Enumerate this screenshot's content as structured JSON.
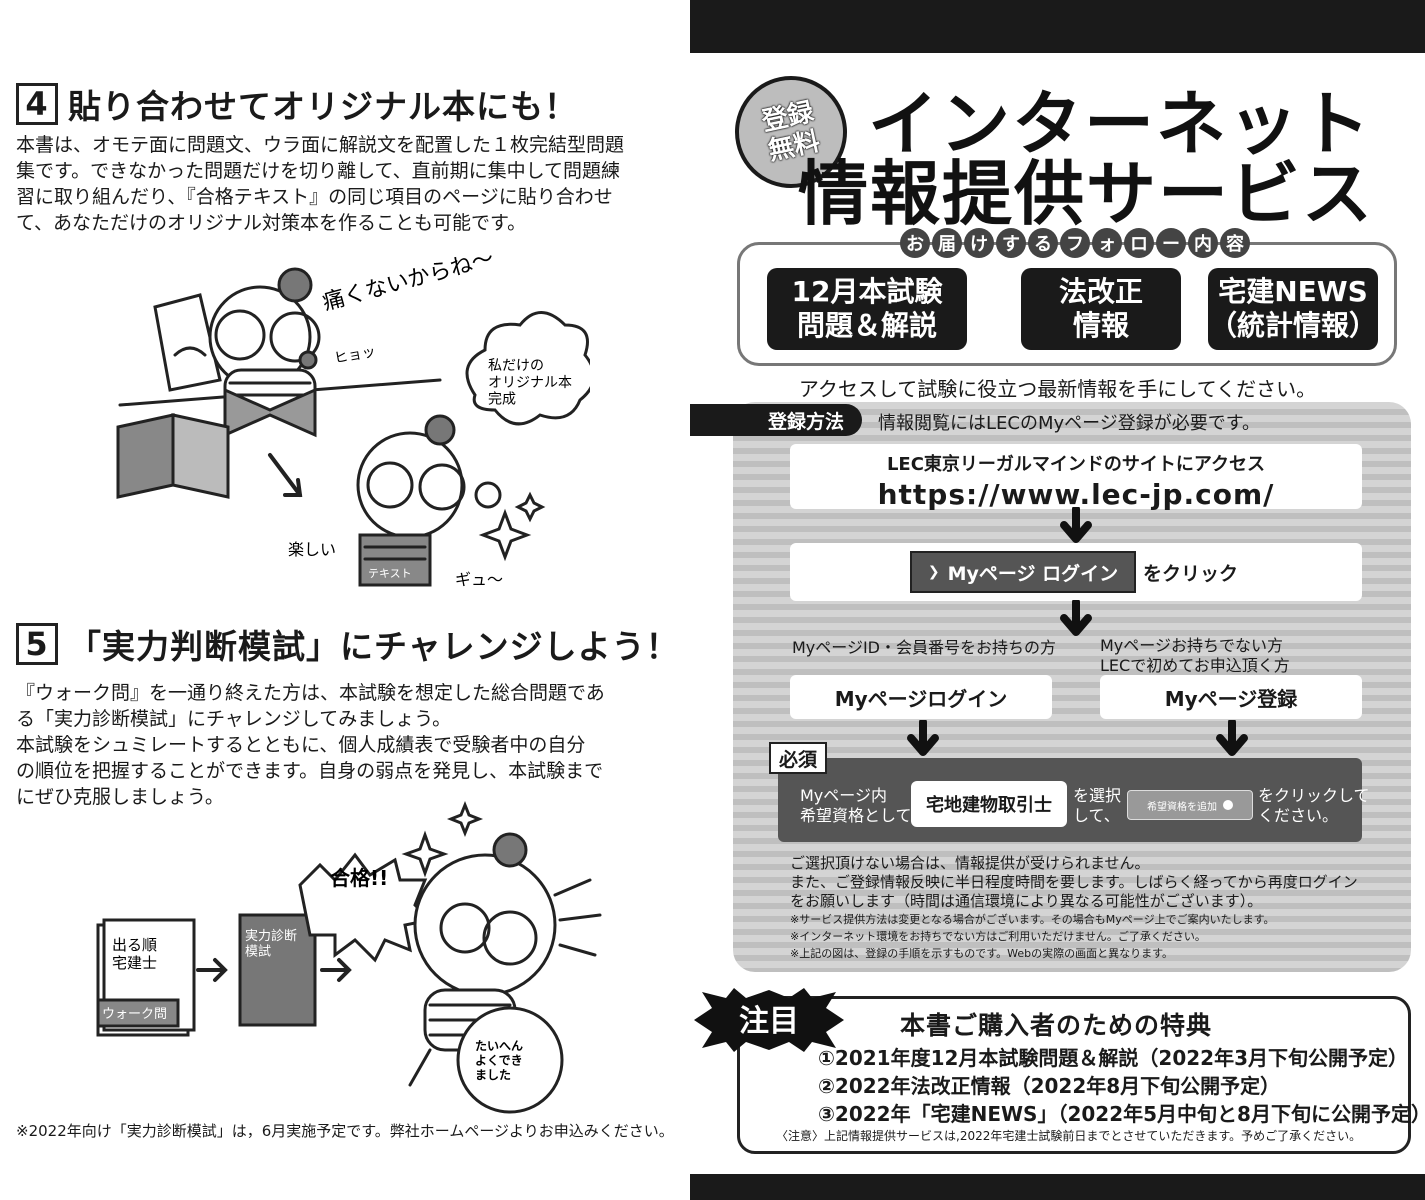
{
  "left": {
    "sec4": {
      "num": "4",
      "title": "貼り合わせてオリジナル本にも！",
      "body": "本書は、オモテ面に問題文、ウラ面に解説文を配置した１枚完結型問題\n集です。できなかった問題だけを切り離して、直前期に集中して問題練\n習に取り組んだり、『合格テキスト』の同じ項目のページに貼り合わせ\nて、あなただけのオリジナル対策本を作ることも可能です。",
      "bubble_top": "痛くないからね〜",
      "bubble_sfx": "ヒョッ",
      "bubble_cloud": "私だけの\nオリジナル本\n完成",
      "bubble_left": "楽しい",
      "sfx_hug": "ギュ〜",
      "book_label": "テキスト"
    },
    "sec5": {
      "num": "5",
      "title": "「実力判断模試」にチャレンジしよう！",
      "body": "『ウォーク問』を一通り終えた方は、本試験を想定した総合問題であ\nる「実力診断模試」にチャレンジしてみましょう。\n本試験をシュミレートするとともに、個人成績表で受験者中の自分\nの順位を把握することができます。自身の弱点を発見し、本試験まで\nにぜひ克服しましょう。",
      "book1": "出る順\n宅建士",
      "book1_band": "ウォーク問",
      "book2": "実力診断\n模試",
      "shout": "合格!!",
      "speech": "たいへん\nよくでき\nました"
    },
    "footnote": "※2022年向け「実力診断模試」は，6月実施予定です。弊社ホームページよりお申込みください。"
  },
  "right": {
    "badge": [
      "登録",
      "無料"
    ],
    "title_line1": "インターネット",
    "title_line2": "情報提供サービス",
    "follow_label": [
      "お",
      "届",
      "け",
      "す",
      "る",
      "フ",
      "ォ",
      "ロ",
      "ー",
      "内",
      "容"
    ],
    "follow_items": [
      {
        "l1": "12月本試験",
        "l2": "問題＆解説"
      },
      {
        "l1": "法改正",
        "l2": "情報"
      },
      {
        "l1": "宅建NEWS",
        "l2": "（統計情報）"
      }
    ],
    "access_line": "アクセスして試験に役立つ最新情報を手にしてください。",
    "reg": {
      "tab": "登録方法",
      "note": "情報閲覧にはLECのMyページ登録が必要です。",
      "site_l1": "LEC東京リーガルマインドのサイトにアクセス",
      "site_url": "https://www.lec-jp.com/",
      "login_btn": "Myページ ログイン",
      "login_after": "をクリック",
      "left_lbl": "MyページID・会員番号をお持ちの方",
      "right_lbl": "Myページお持ちでない方\nLECで初めてお申込頂く方",
      "opt_login": "Myページログイン",
      "opt_register": "Myページ登録",
      "req_label": "必須",
      "req_t1": "Myページ内\n希望資格として",
      "req_select": "宅地建物取引士",
      "req_t2": "を選択\nして、",
      "req_btn": "希望資格を追加",
      "req_t3": "をクリックして\nください。",
      "note1": "ご選択頂けない場合は、情報提供が受けられません。",
      "note2": "また、ご登録情報反映に半日程度時間を要します。しばらく経ってから再度ログイン",
      "note3": "をお願いします（時間は通信環境により異なる可能性がございます）。",
      "small1": "※サービス提供方法は変更となる場合がございます。その場合もMyページ上でご案内いたします。",
      "small2": "※インターネット環境をお持ちでない方はご利用いただけません。ご了承ください。",
      "small3": "※上記の図は、登録の手順を示すものです。Webの実際の画面と異なります。"
    },
    "bonus": {
      "attn": "注目",
      "title": "本書ご購入者のための特典",
      "item1": "①2021年度12月本試験問題＆解説（2022年3月下旬公開予定）",
      "item2": "②2022年法改正情報（2022年8月下旬公開予定）",
      "item3": "③2022年「宅建NEWS」（2022年5月中旬と8月下旬に公開予定）",
      "foot": "〈注意〉上記情報提供サービスは,2022年宅建士試験前日までとさせていただきます。予めご了承ください。"
    }
  }
}
